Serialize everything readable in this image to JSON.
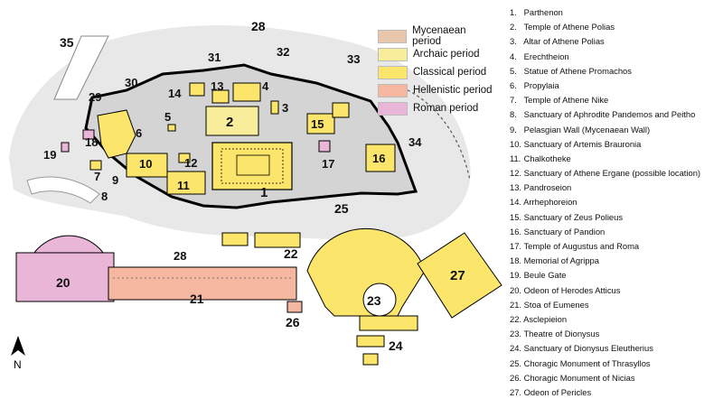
{
  "legend": [
    {
      "label": "Mycenaean period",
      "color": "#e9c7ad"
    },
    {
      "label": "Archaic period",
      "color": "#f7ed9a"
    },
    {
      "label": "Classical period",
      "color": "#fbe56a"
    },
    {
      "label": "Hellenistic period",
      "color": "#f6b7a0"
    },
    {
      "label": "Roman period",
      "color": "#e9b6d8"
    }
  ],
  "map_labels": [
    "1",
    "2",
    "3",
    "4",
    "5",
    "6",
    "7",
    "8",
    "9",
    "10",
    "11",
    "12",
    "13",
    "14",
    "15",
    "16",
    "17",
    "20",
    "21",
    "22",
    "23",
    "24",
    "25",
    "26",
    "27",
    "28",
    "29",
    "30",
    "31",
    "32",
    "33",
    "34",
    "35",
    "19",
    "18",
    "28"
  ],
  "compass": {
    "label": "N"
  },
  "sites": [
    {
      "num": "1.",
      "name": "Parthenon"
    },
    {
      "num": "2.",
      "name": "Temple of Athene Polias"
    },
    {
      "num": "3.",
      "name": "Altar of Athene Polias"
    },
    {
      "num": "4.",
      "name": "Erechtheion"
    },
    {
      "num": "5.",
      "name": "Statue of Athene Promachos"
    },
    {
      "num": "6.",
      "name": "Propylaia"
    },
    {
      "num": "7.",
      "name": "Temple of Athene Nike"
    },
    {
      "num": "8.",
      "name": "Sanctuary of Aphrodite Pandemos and Peitho"
    },
    {
      "num": "9.",
      "name": "Pelasgian Wall (Mycenaean Wall)"
    },
    {
      "num": "10.",
      "name": "Sanctuary of Artemis Brauronia"
    },
    {
      "num": "11.",
      "name": "Chalkotheke"
    },
    {
      "num": "12.",
      "name": "Sanctuary of Athene Ergane (possible location)"
    },
    {
      "num": "13.",
      "name": "Pandroseion"
    },
    {
      "num": "14.",
      "name": "Arrhephoreion"
    },
    {
      "num": "15.",
      "name": "Sanctuary of Zeus Polieus"
    },
    {
      "num": "16.",
      "name": "Sanctuary of Pandion"
    },
    {
      "num": "17.",
      "name": "Temple of Augustus and Roma"
    },
    {
      "num": "18.",
      "name": "Memorial of Agrippa"
    },
    {
      "num": "19.",
      "name": "Beule Gate"
    },
    {
      "num": "20.",
      "name": "Odeon of Herodes Atticus"
    },
    {
      "num": "21.",
      "name": "Stoa of Eumenes"
    },
    {
      "num": "22.",
      "name": "Asclepieion"
    },
    {
      "num": "23.",
      "name": "Theatre of Dionysus"
    },
    {
      "num": "24.",
      "name": "Sanctuary of Dionysus Eleutherius"
    },
    {
      "num": "25.",
      "name": "Choragic Monument of Thrasyllos"
    },
    {
      "num": "26.",
      "name": "Choragic Monument of Nicias"
    },
    {
      "num": "27.",
      "name": "Odeon of Pericles"
    }
  ]
}
